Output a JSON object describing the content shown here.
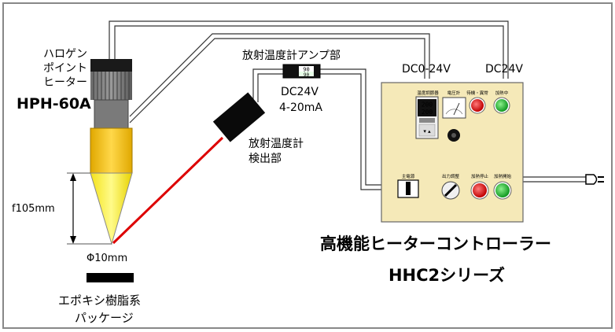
{
  "heater": {
    "name_lines": [
      "ハロゲン",
      "ポイント",
      "ヒーター"
    ],
    "model": "HPH-60A",
    "focal_length": "f105mm",
    "spot": "Φ10mm"
  },
  "sample": {
    "lines": [
      "エポキシ樹脂系",
      "パッケージ"
    ]
  },
  "amplifier": {
    "title": "放射温度計アンプ部",
    "display_top": "90",
    "display_bottom": "90",
    "power": "DC24V",
    "signal": "4-20mA"
  },
  "detector": {
    "lines": [
      "放射温度計",
      "検出部"
    ]
  },
  "controller": {
    "input_left": "DC0-24V",
    "input_right": "DC24V",
    "panel_labels": {
      "temp_controller": "温度調節器",
      "voltmeter": "電圧計",
      "standby": "待機・異常",
      "heating": "加熱中",
      "main_power": "主電源",
      "output_adjust": "出力調整",
      "heat_stop": "加熱停止",
      "heat_start": "加熱開始"
    },
    "temp_readout_top": "200",
    "temp_readout_bottom": "200",
    "title": "高機能ヒーターコントローラー",
    "series": "HHC2シリーズ"
  },
  "colors": {
    "heater_yellow": "#ffcc00",
    "laser_red": "#dd0000",
    "panel_beige": "#f5e9b8",
    "lamp_red": "#e02020",
    "lamp_green": "#22bb33"
  }
}
